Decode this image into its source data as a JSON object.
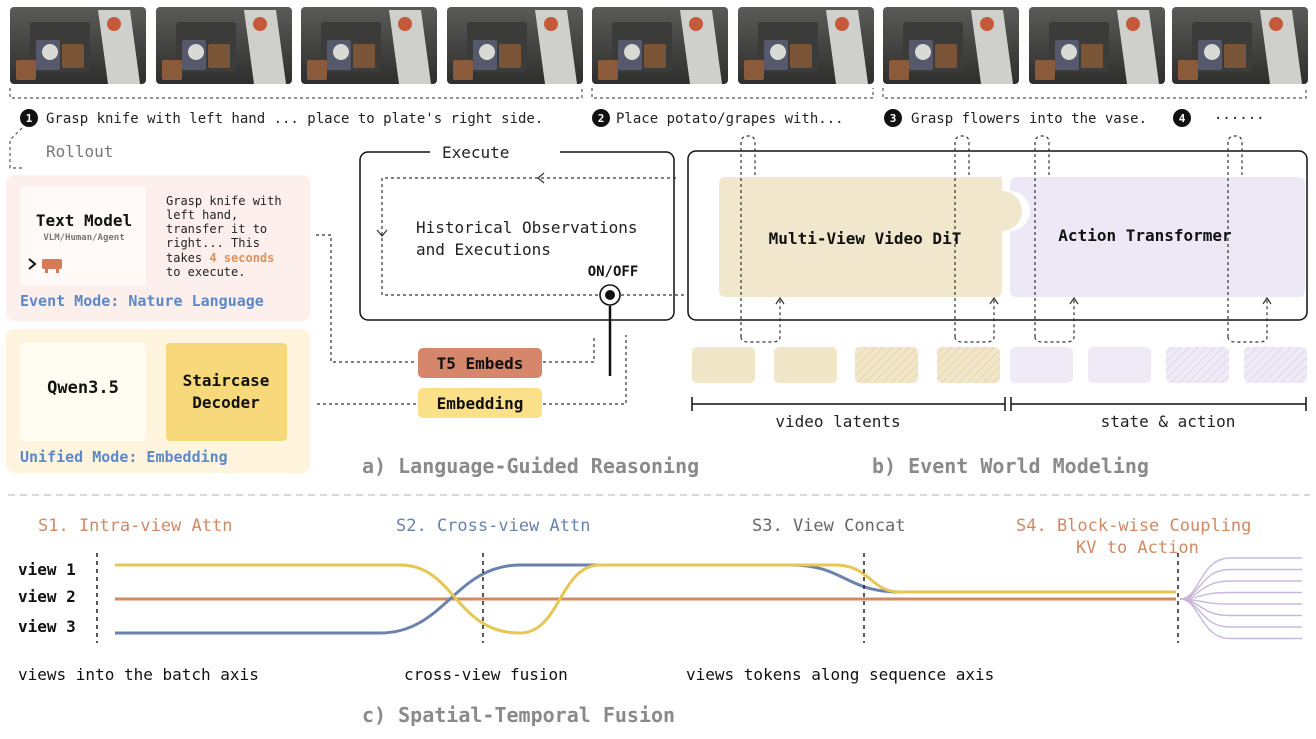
{
  "steps": [
    {
      "num": "1",
      "text": "Grasp knife with left hand ... place to plate's right side."
    },
    {
      "num": "2",
      "text": "Place potato/grapes with..."
    },
    {
      "num": "3",
      "text": "Grasp flowers into the vase."
    },
    {
      "num": "4",
      "text": "······"
    }
  ],
  "rollout_label": "Rollout",
  "event_mode": {
    "model_title": "Text Model",
    "model_subtitle": "VLM/Human/Agent",
    "prompt_line1": "Grasp knife with",
    "prompt_line2": "left hand,",
    "prompt_line3": "transfer it to",
    "prompt_line4": "right... This",
    "prompt_line5_prefix": "takes ",
    "prompt_highlight": "4 seconds",
    "prompt_line6": "to execute.",
    "caption": "Event Mode: Nature Language"
  },
  "unified_mode": {
    "qwen_label": "Qwen3.5",
    "decoder_line1": "Staircase",
    "decoder_line2": "Decoder",
    "caption": "Unified Mode: Embedding"
  },
  "reasoning": {
    "execute_label": "Execute",
    "history_line1": "Historical Observations",
    "history_line2": "and Executions",
    "switch_label": "ON/OFF",
    "t5_label": "T5 Embeds",
    "embedding_label": "Embedding",
    "caption": "a) Language-Guided Reasoning"
  },
  "world_model": {
    "dit_label": "Multi-View Video DiT",
    "action_label": "Action Transformer",
    "video_latents_label": "video latents",
    "state_action_label": "state & action",
    "caption": "b) Event World Modeling"
  },
  "fusion": {
    "stages": [
      "S1. Intra-view Attn",
      "S2. Cross-view Attn",
      "S3. View Concat",
      "S4. Block-wise Coupling",
      "KV to Action"
    ],
    "views": [
      "view 1",
      "view 2",
      "view 3"
    ],
    "bottom_labels": [
      "views into the batch axis",
      "cross-view fusion",
      "views tokens along sequence axis"
    ],
    "caption": "c) Spatial-Temporal Fusion"
  },
  "colors": {
    "yellow": "#e6c654",
    "orange": "#cf8a64",
    "blue": "#6a82b0",
    "purple": "#c8b8dc",
    "caption_blue": "#5b88c9",
    "highlight": "#e0915a"
  }
}
